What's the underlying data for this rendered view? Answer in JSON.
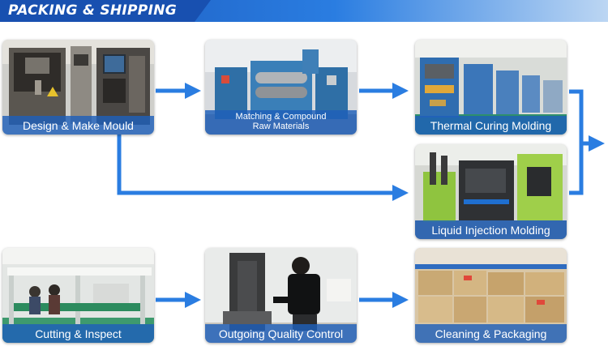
{
  "banner": {
    "title": "PACKING & SHIPPING"
  },
  "steps": {
    "design": {
      "label": "Design & Make Mould"
    },
    "matching": {
      "line1": "Matching & Compound",
      "line2": "Raw Materials"
    },
    "thermal": {
      "label": "Thermal Curing Molding"
    },
    "liquid": {
      "label": "Liquid Injection Molding"
    },
    "cutting": {
      "label": "Cutting & Inspect"
    },
    "outgoing": {
      "label": "Outgoing Quality Control"
    },
    "cleaning": {
      "label": "Cleaning & Packaging"
    }
  },
  "colors": {
    "arrow": "#2a7de1",
    "banner": "#1f63c6",
    "label_bg": "#1e5fb9"
  }
}
